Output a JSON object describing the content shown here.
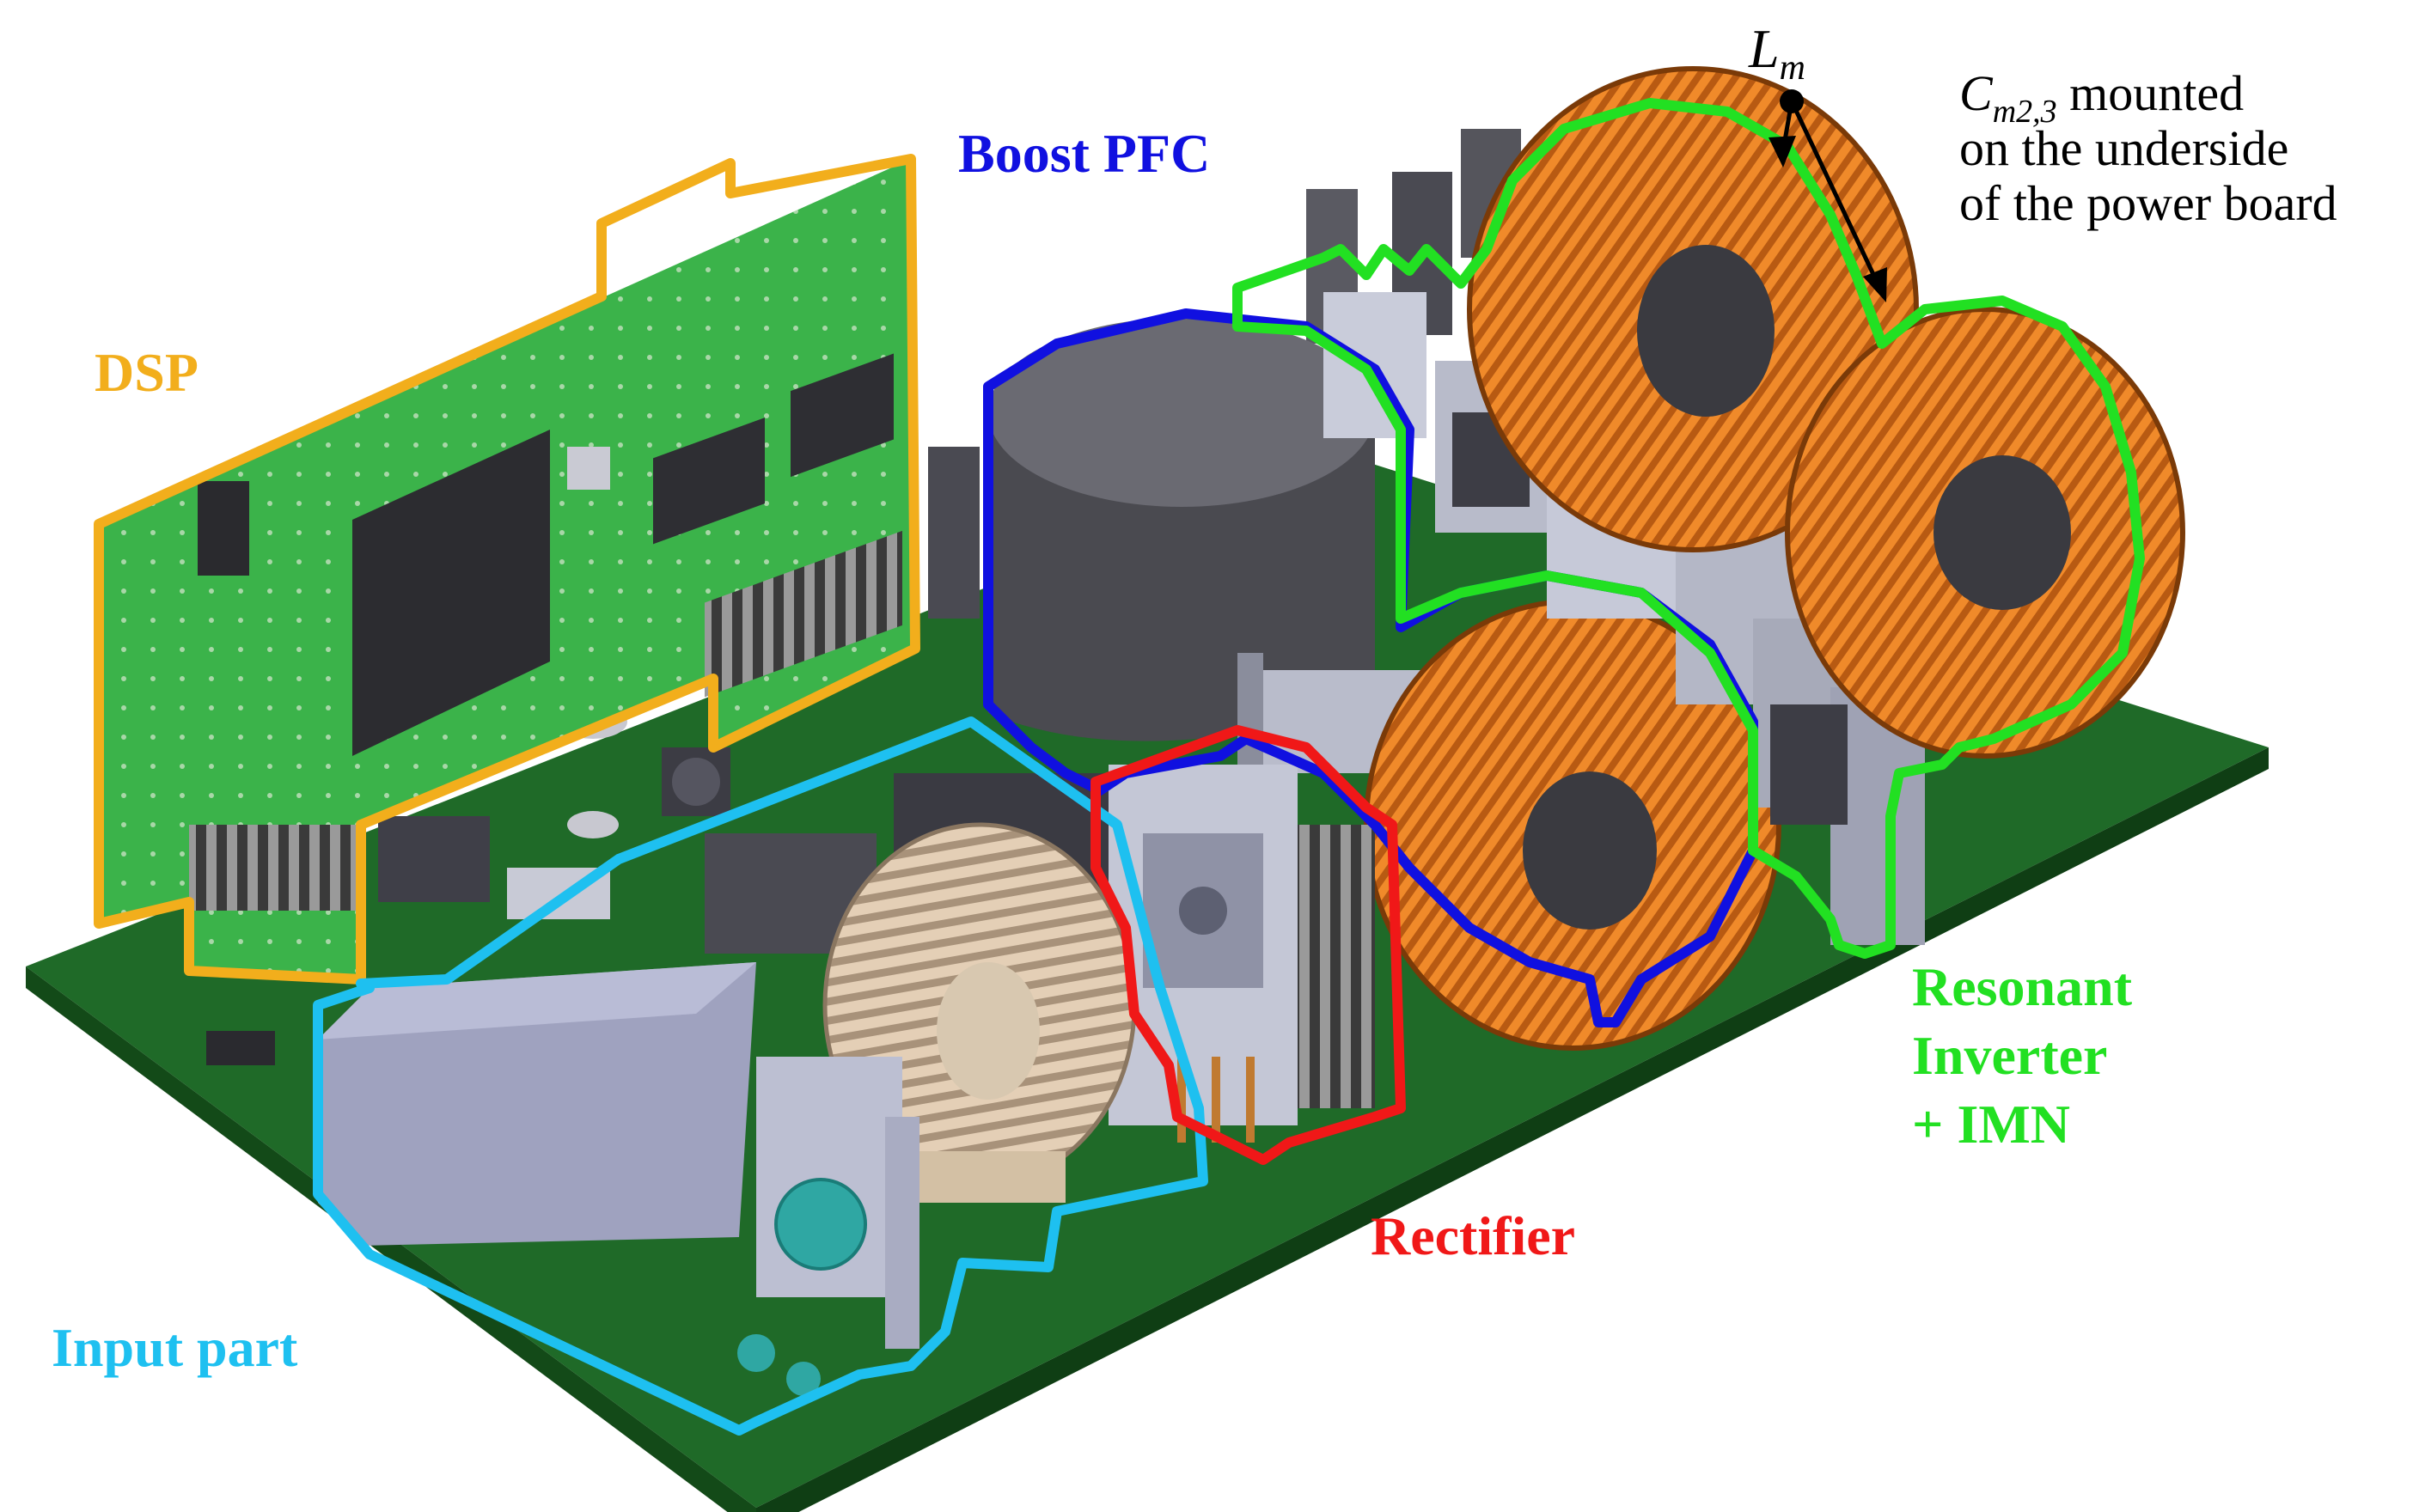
{
  "labels": {
    "dsp": "DSP",
    "boost_pfc": "Boost PFC",
    "input_part": "Input part",
    "rectifier": "Rectifier",
    "resonant_line1": "Resonant",
    "resonant_line2": "Inverter",
    "resonant_line3": "+ IMN",
    "lm_main": "L",
    "lm_sub": "m",
    "cm_main": "C",
    "cm_sub": "m2,3",
    "cm_rest": " mounted",
    "note_line2": "on the underside",
    "note_line3": "of the power board"
  },
  "colors": {
    "dsp": "#f2ae1c",
    "boost_pfc": "#1010e0",
    "input_part": "#1ec0f0",
    "rectifier": "#f01818",
    "resonant": "#22e022",
    "pcb": "#1f6a28",
    "dsp_board": "#3bb34a",
    "copper": "#d9741e",
    "annotation": "#000000"
  }
}
